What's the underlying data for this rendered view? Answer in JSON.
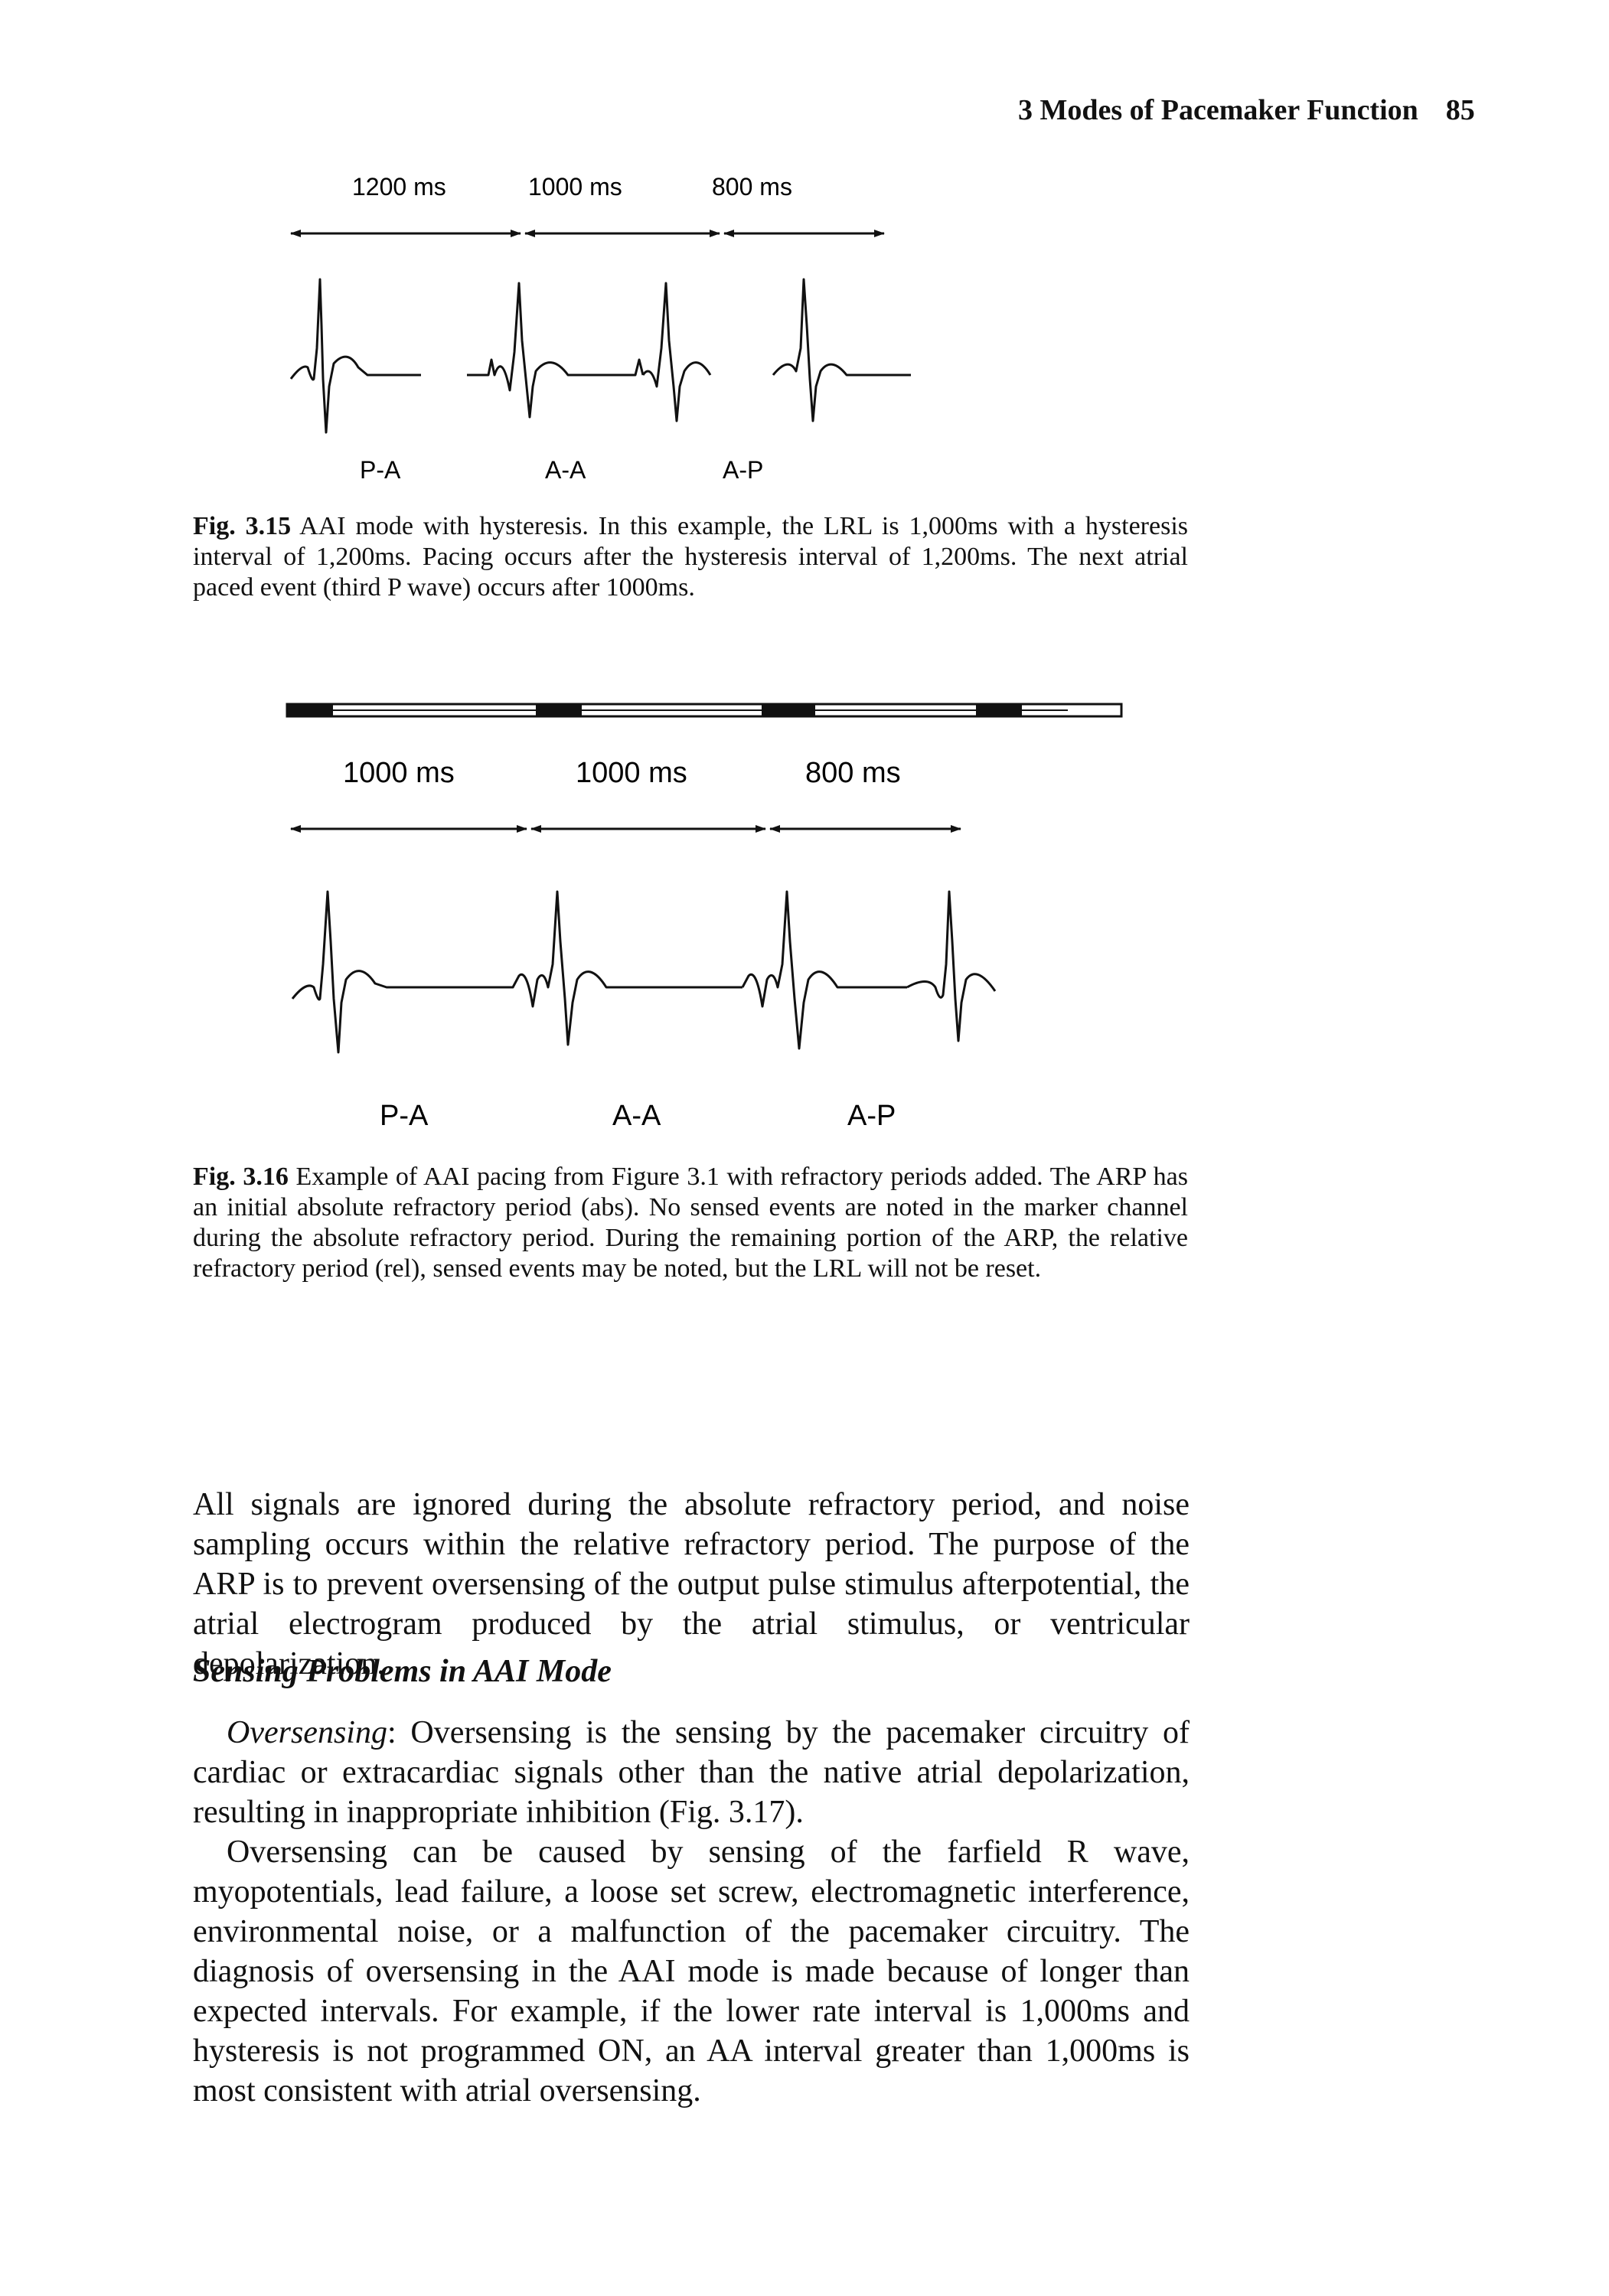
{
  "header": {
    "chapter_title": "3 Modes of Pacemaker Function",
    "page_number": "85"
  },
  "figure_3_15": {
    "intervals": [
      "1200 ms",
      "1000 ms",
      "800 ms"
    ],
    "event_labels": [
      "P-A",
      "A-A",
      "A-P"
    ],
    "caption_label": "Fig. 3.15",
    "caption_text": "AAI mode with hysteresis. In this example, the LRL is 1,000ms with a hysteresis interval of 1,200ms. Pacing occurs after the hysteresis interval of 1,200ms. The next atrial paced event (third P wave) occurs after 1000ms."
  },
  "figure_3_16": {
    "intervals": [
      "1000 ms",
      "1000 ms",
      "800 ms"
    ],
    "event_labels": [
      "P-A",
      "A-A",
      "A-P"
    ],
    "caption_label": "Fig. 3.16",
    "caption_text": "Example of AAI pacing from Figure 3.1 with refractory periods added. The ARP has an initial absolute refractory period (abs). No sensed events are noted in the marker channel during the absolute refractory period. During the remaining portion of the ARP, the relative refractory period (rel), sensed events may be noted, but the LRL will not be reset."
  },
  "body": {
    "paragraph_1": "All signals are ignored during the absolute refractory period, and noise sampling occurs within the relative refractory period. The purpose of the ARP is to prevent oversensing of the output pulse stimulus afterpotential, the atrial electrogram produced by the atrial stimulus, or ventricular depolarization.",
    "section_heading": "Sensing Problems in AAI Mode",
    "paragraph_2_lead": "Oversensing",
    "paragraph_2_text": ": Oversensing is the sensing by the pacemaker circuitry of cardiac or extracardiac signals other than the native atrial depolarization, resulting in inappropriate inhibition (Fig. 3.17).",
    "paragraph_3": "Oversensing can be caused by sensing of the farfield R wave, myopotentials, lead failure, a loose set screw, electromagnetic interference, environmental noise, or a malfunction of the pacemaker circuitry. The diagnosis of oversensing in the AAI mode is made because of longer than expected intervals. For example, if the lower rate interval is 1,000ms and hysteresis is not programmed ON, an AA interval greater than 1,000ms is most consistent with atrial oversensing."
  }
}
